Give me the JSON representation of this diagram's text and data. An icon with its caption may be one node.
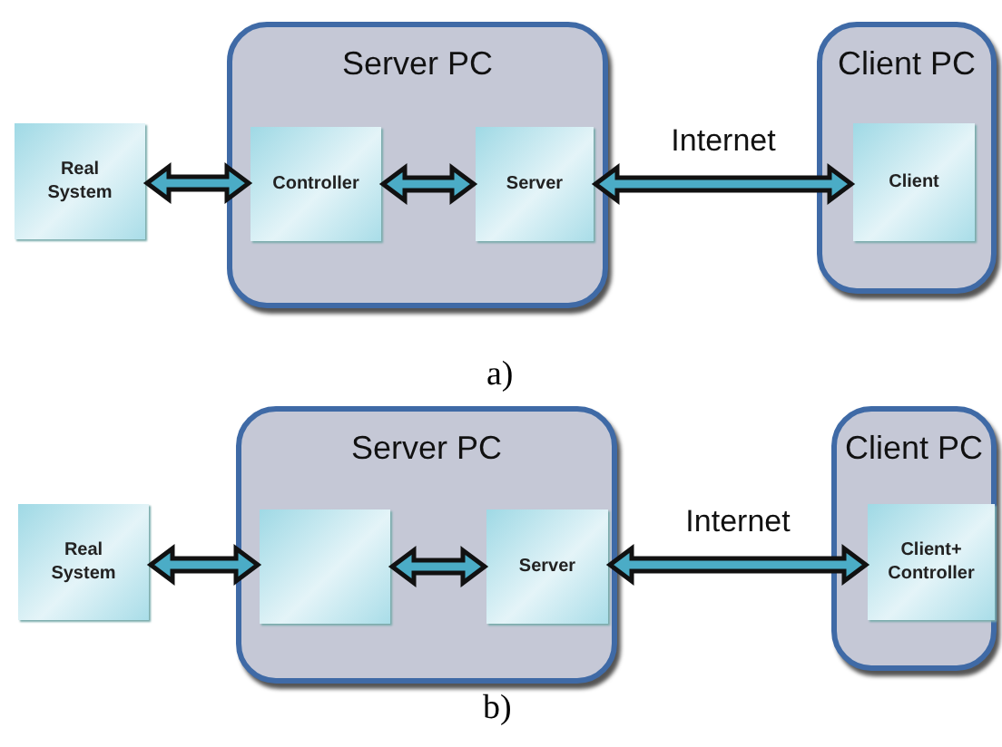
{
  "diagram": {
    "nodes": [
      {
        "text": [
          "Real System"
        ]
      },
      {
        "text": [
          "Server PC"
        ]
      },
      {
        "text": [
          "Controller"
        ],
        "in": 1
      },
      {
        "text": [
          "Server"
        ],
        "in": 1
      },
      {
        "text": [
          "Client PC"
        ]
      },
      {
        "text": [
          "Client"
        ],
        "in": 4
      },
      {
        "text": [
          "Real System"
        ]
      },
      {
        "text": [
          "Server PC"
        ]
      },
      {
        "text": [],
        "shape": "box",
        "in": 7
      },
      {
        "text": [
          "Server"
        ],
        "in": 7
      },
      {
        "text": [
          "Client PC"
        ]
      },
      {
        "text": [
          "Client+ Controller"
        ],
        "in": 10
      }
    ],
    "edges": [
      {
        "from": 0,
        "to": 2,
        "arrow": "both"
      },
      {
        "from": 2,
        "to": 3,
        "arrow": "both"
      },
      {
        "from": 3,
        "to": 5,
        "arrow": "both",
        "label": "Internet"
      },
      {
        "from": 6,
        "to": 8,
        "arrow": "both"
      },
      {
        "from": 8,
        "to": 9,
        "arrow": "both"
      },
      {
        "from": 9,
        "to": 11,
        "arrow": "both",
        "label": "Internet"
      }
    ],
    "labels": [
      "a)",
      "b)"
    ]
  }
}
